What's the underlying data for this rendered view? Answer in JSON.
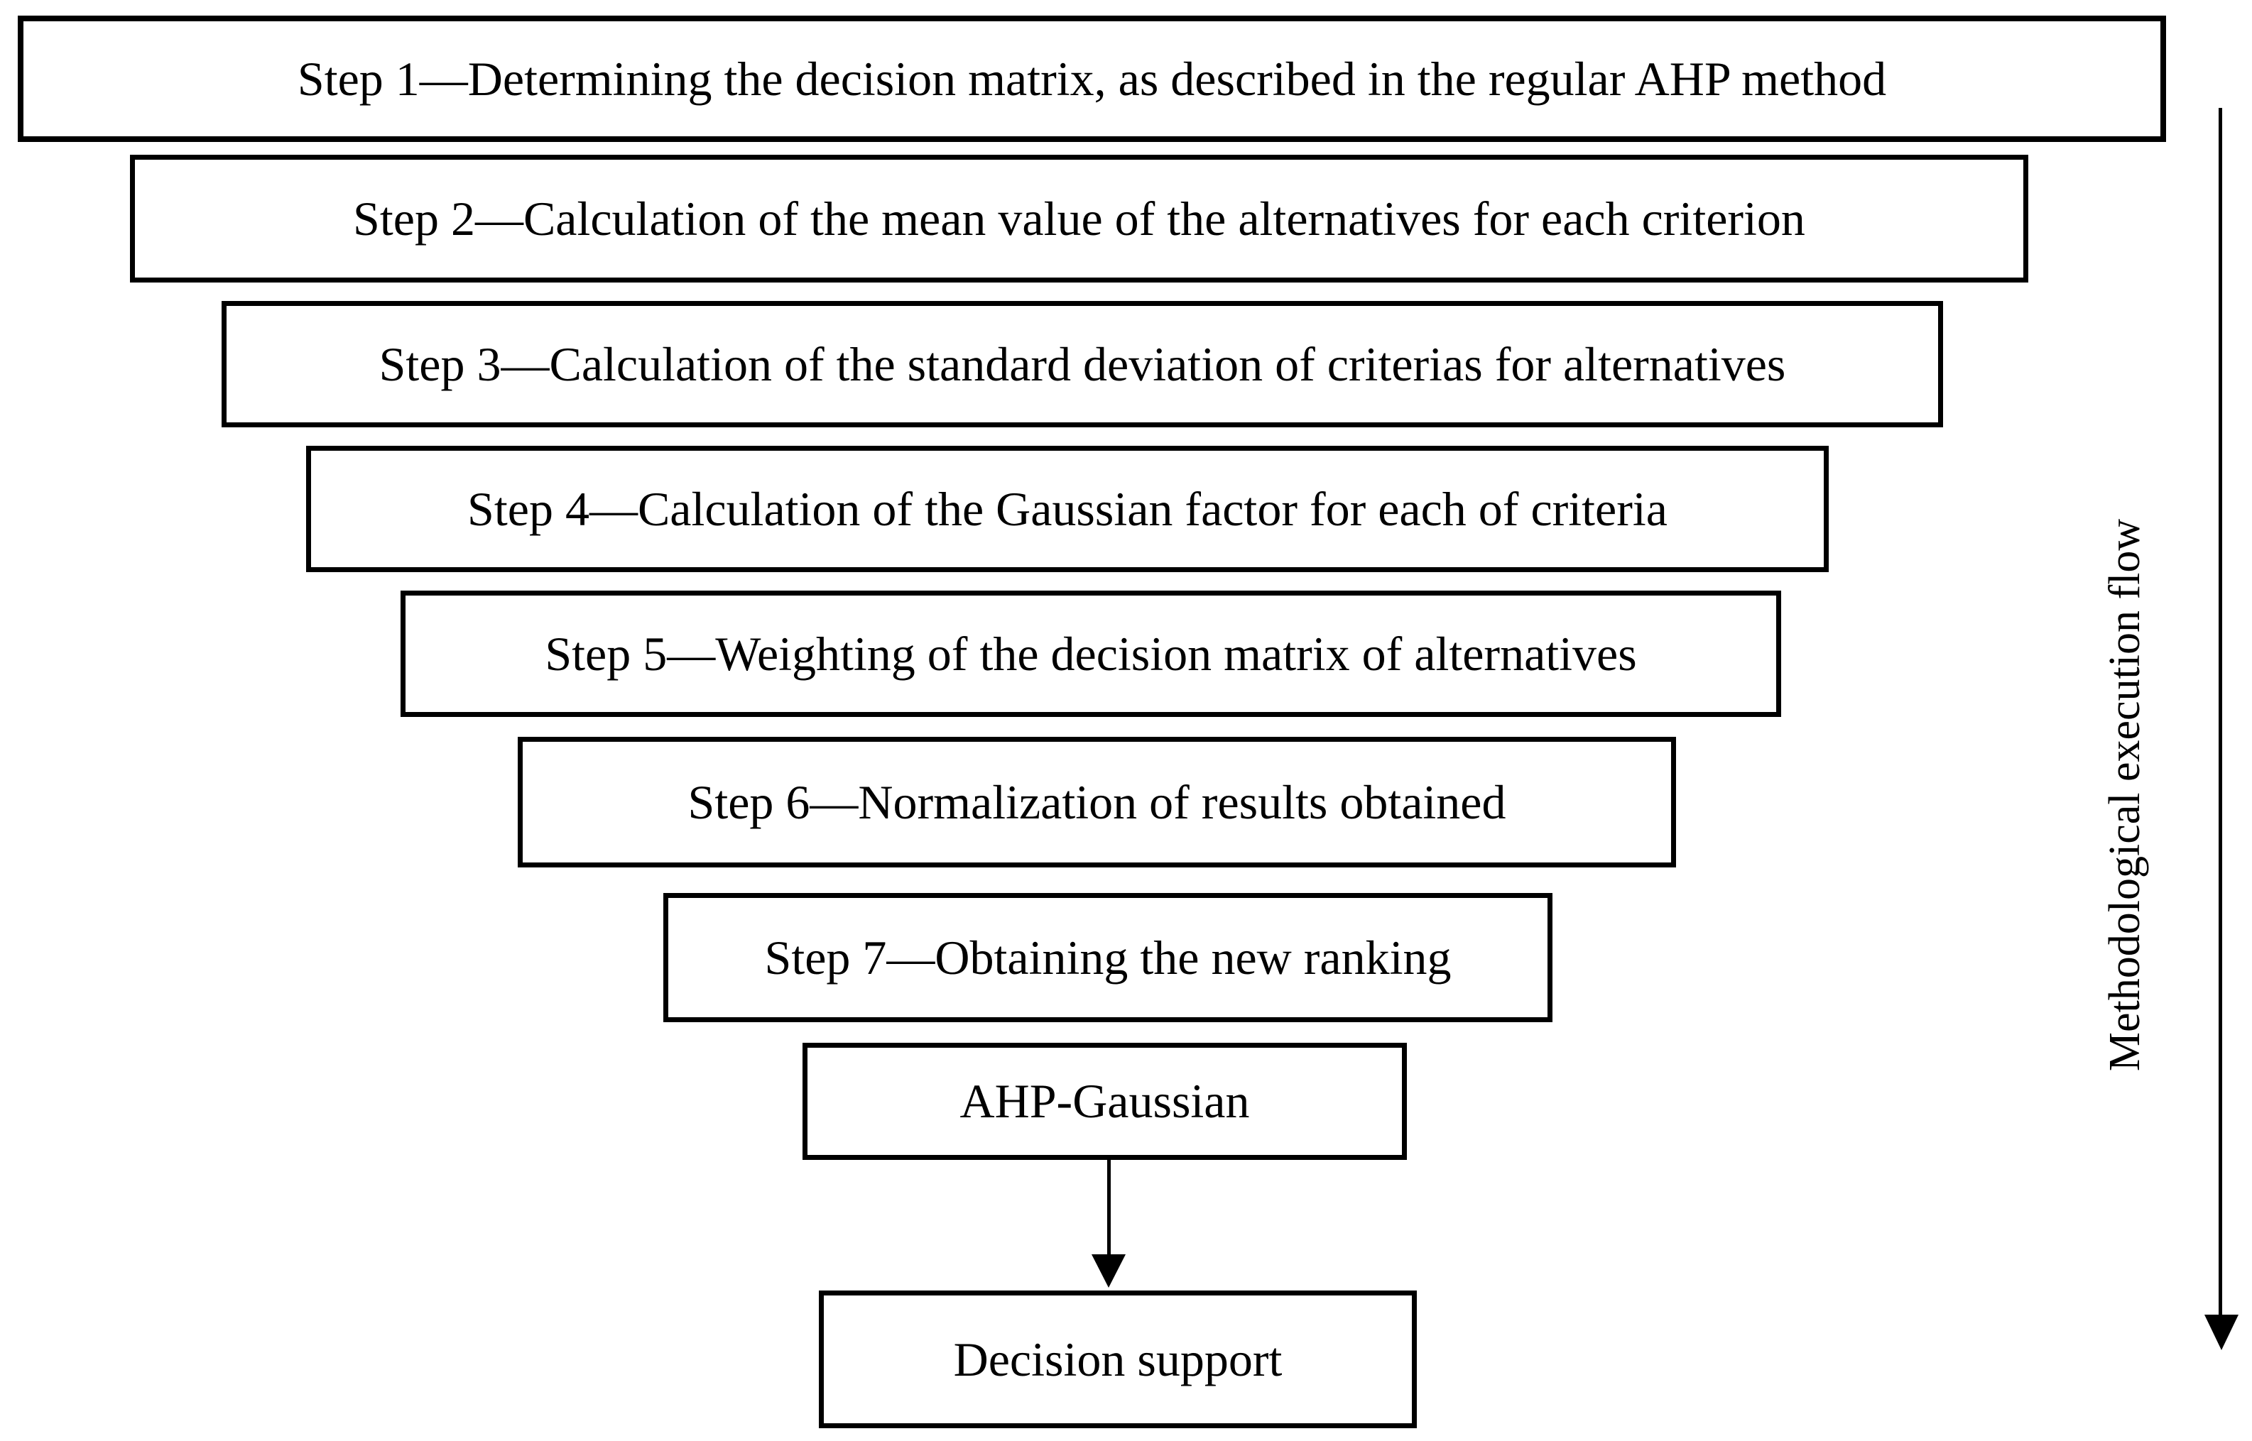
{
  "boxes": [
    {
      "id": "step-1",
      "label": "Step 1—Determining the decision matrix, as described in the regular AHP method"
    },
    {
      "id": "step-2",
      "label": "Step 2—Calculation of the mean value of the alternatives for each criterion"
    },
    {
      "id": "step-3",
      "label": "Step 3—Calculation of the standard deviation of criterias for alternatives"
    },
    {
      "id": "step-4",
      "label": "Step 4—Calculation of the Gaussian factor for each of criteria"
    },
    {
      "id": "step-5",
      "label": "Step 5—Weighting of the decision matrix of alternatives"
    },
    {
      "id": "step-6",
      "label": "Step 6—Normalization of results obtained"
    },
    {
      "id": "step-7",
      "label": "Step 7—Obtaining the new ranking"
    },
    {
      "id": "ahp-gaussian",
      "label": "AHP-Gaussian"
    },
    {
      "id": "decision-support",
      "label": "Decision support"
    }
  ],
  "side_label": "Methodological execution flow",
  "colors": {
    "ink": "#000000",
    "paper": "#ffffff"
  }
}
